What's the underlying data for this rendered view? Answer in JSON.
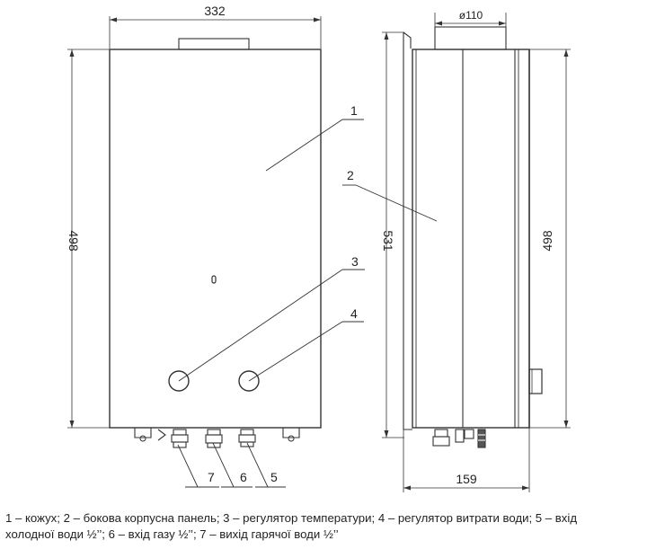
{
  "dimensions": {
    "front_width": "332",
    "front_height": "498",
    "side_height_total": "531",
    "side_height_body": "498",
    "flue_diameter": "ø110",
    "side_depth": "159"
  },
  "callouts": [
    "1",
    "2",
    "3",
    "4",
    "5",
    "6",
    "7"
  ],
  "caption": {
    "line1": "1 – кожух; 2 – бокова корпусна панель; 3 – регулятор температури; 4 – регулятор витрати води; 5 – вхід",
    "line2": "холодної води ½’’; 6 – вхід газу ½’’; 7 – вихід гарячої води ½’’"
  }
}
